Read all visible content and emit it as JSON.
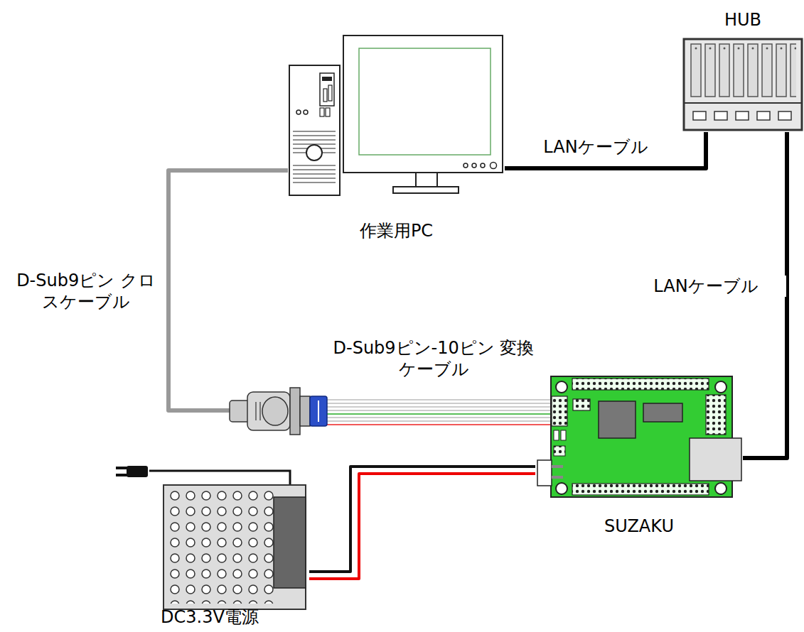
{
  "diagram": {
    "nodes": [
      {
        "text": [
          "HUB"
        ]
      },
      {
        "text": [
          "作業用PC"
        ]
      },
      {
        "text": [
          "SUZAKU"
        ]
      },
      {
        "text": [
          "DC3.3V電源"
        ]
      }
    ],
    "edges": [
      {
        "from": 1,
        "to": 0,
        "label": "LANケーブル",
        "arrow": "none"
      },
      {
        "from": 0,
        "to": 2,
        "label": "LANケーブル",
        "arrow": "none"
      },
      {
        "from": 1,
        "to": 2,
        "label": "D-Sub9ピン クロスケーブル",
        "arrow": "none"
      },
      {
        "from": 3,
        "to": 2,
        "arrow": "none"
      }
    ],
    "labels": [
      "D-Sub9ピン-10ピン 変換ケーブル"
    ]
  }
}
